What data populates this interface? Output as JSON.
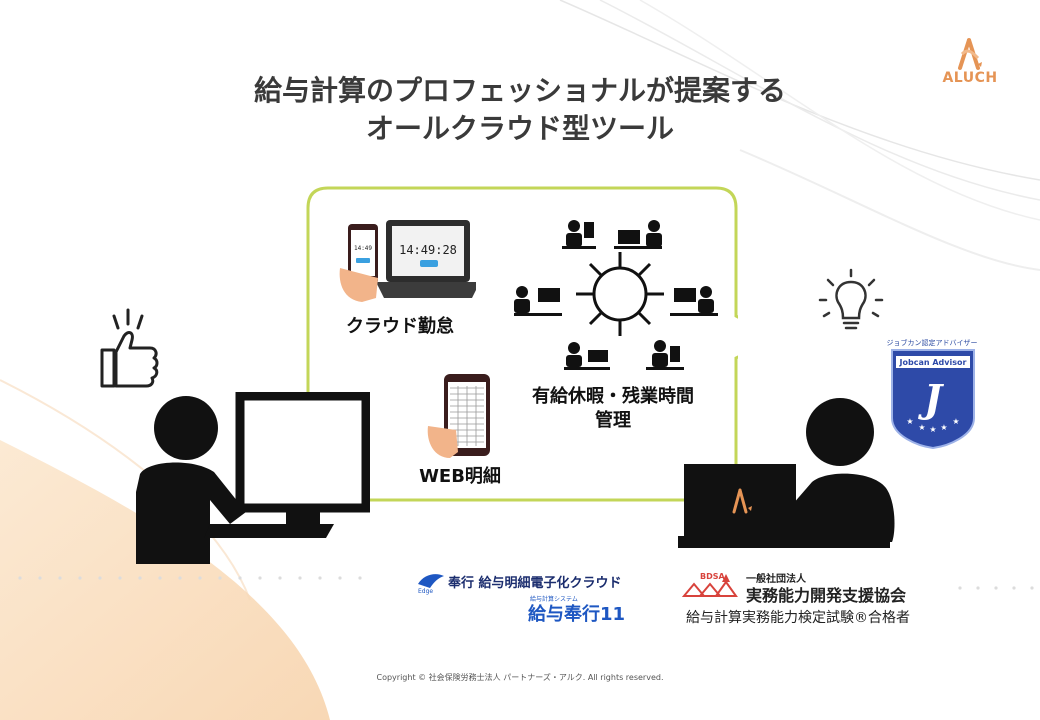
{
  "title": {
    "line1": "給与計算のプロフェッショナルが提案する",
    "line2": "オールクラウド型ツール"
  },
  "logo": {
    "text": "ALUCH"
  },
  "bubble": {
    "item1_label": "クラウド勤怠",
    "item2_label_line1": "有給休暇・残業時間",
    "item2_label_line2": "管理",
    "item3_label": "WEB明細",
    "phone_time": "14:49:28",
    "laptop_time": "14:49:28"
  },
  "badge": {
    "top_text": "ジョブカン認定アドバイザー",
    "ribbon_text": "Jobcan Advisor",
    "letter": "J"
  },
  "partners": {
    "bugyo_cloud": "奉行 給与明細電子化クラウド",
    "bugyo_edge": "Edge",
    "bugyo_11_small": "給与計算システム",
    "bugyo_11": "給与奉行11",
    "bdsa_abbr": "BDSA",
    "bdsa_small": "一般社団法人",
    "bdsa_big": "実務能力開発支援協会",
    "bdsa_cert": "給与計算実務能力検定試験®合格者"
  },
  "footer": {
    "copyright": "Copyright © 社会保険労務士法人 パートナーズ・アルク. All rights reserved."
  },
  "colors": {
    "bubble_border": "#c3d658",
    "accent_orange": "#e59455",
    "badge_blue": "#2e4aa8",
    "bg_peach": "#fbe3c6"
  }
}
